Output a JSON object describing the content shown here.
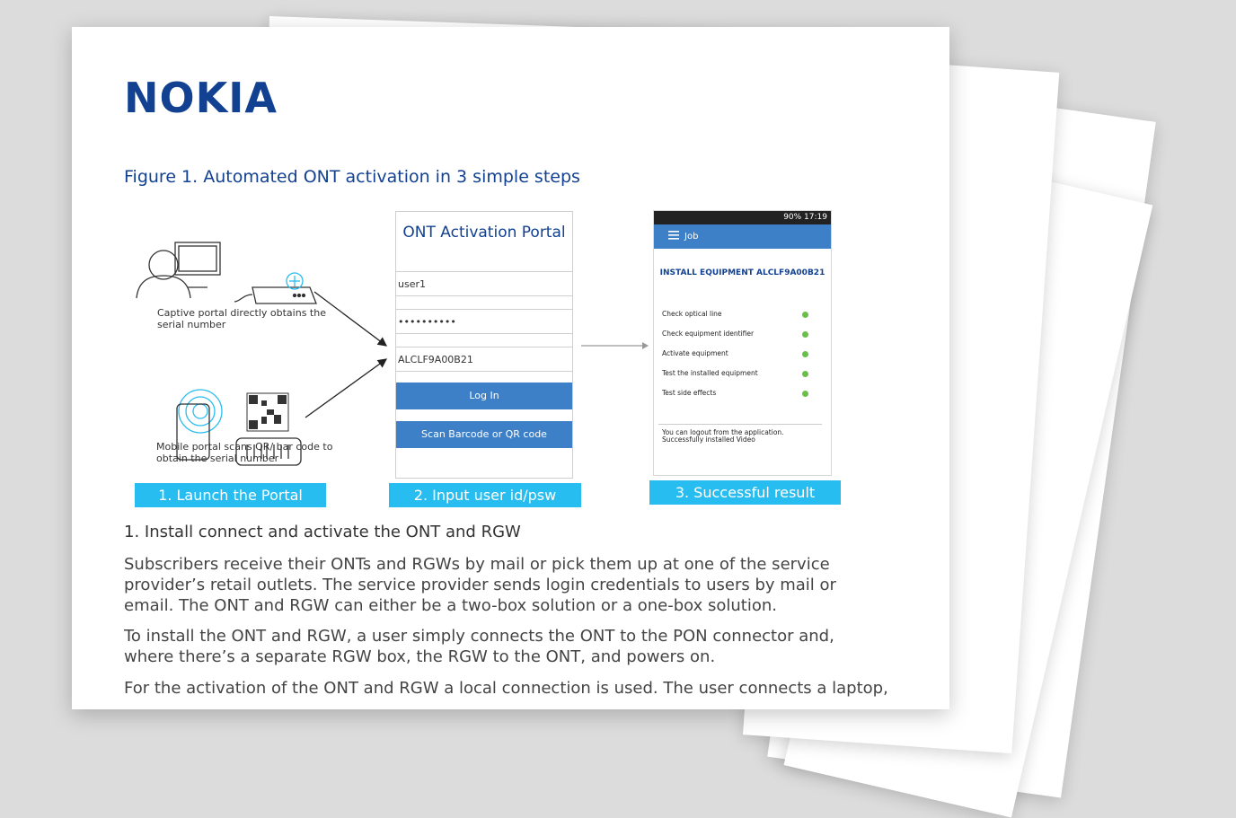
{
  "logo_text": "NOKIA",
  "figure_title": "Figure 1. Automated ONT activation in 3 simple steps",
  "step1": {
    "caption_captive": "Captive portal directly obtains the serial number",
    "caption_mobile": "Mobile portal scans QR/ bar code to obtain the serial number"
  },
  "form": {
    "title": "ONT Activation Portal",
    "user_value": "user1",
    "password_value": "••••••••••",
    "serial_value": "ALCLF9A00B21",
    "login_label": "Log In",
    "scan_label": "Scan Barcode or QR code"
  },
  "phone": {
    "status_text": "90% 17:19",
    "appbar_title": "Job",
    "heading": "INSTALL EQUIPMENT ALCLF9A00B21",
    "tasks": [
      "Check optical line",
      "Check equipment identifier",
      "Activate equipment",
      "Test the installed equipment",
      "Test side effects"
    ],
    "message": "You can logout from the application. Successfully installed Video"
  },
  "step_captions": [
    "1. Launch the Portal",
    "2. Input user id/psw",
    "3. Successful result"
  ],
  "body": {
    "heading": "1. Install connect and activate the ONT and RGW",
    "paragraphs": [
      "Subscribers receive their ONTs and RGWs by mail or pick them up at one of the service provider’s retail outlets. The service provider sends login credentials to users by mail or email. The ONT and RGW can either be a two-box solution or a one-box solution.",
      "To install the ONT and RGW, a user simply connects the ONT to the PON connector and, where there’s a separate RGW box, the RGW to the ONT, and powers on.",
      "For the activation of the ONT and RGW a local connection is used. The user connects a laptop,"
    ]
  },
  "colors": {
    "brand_blue": "#124191",
    "caption_cyan": "#28bdf0",
    "button_blue": "#3d80c7",
    "status_green": "#6abf4b"
  }
}
